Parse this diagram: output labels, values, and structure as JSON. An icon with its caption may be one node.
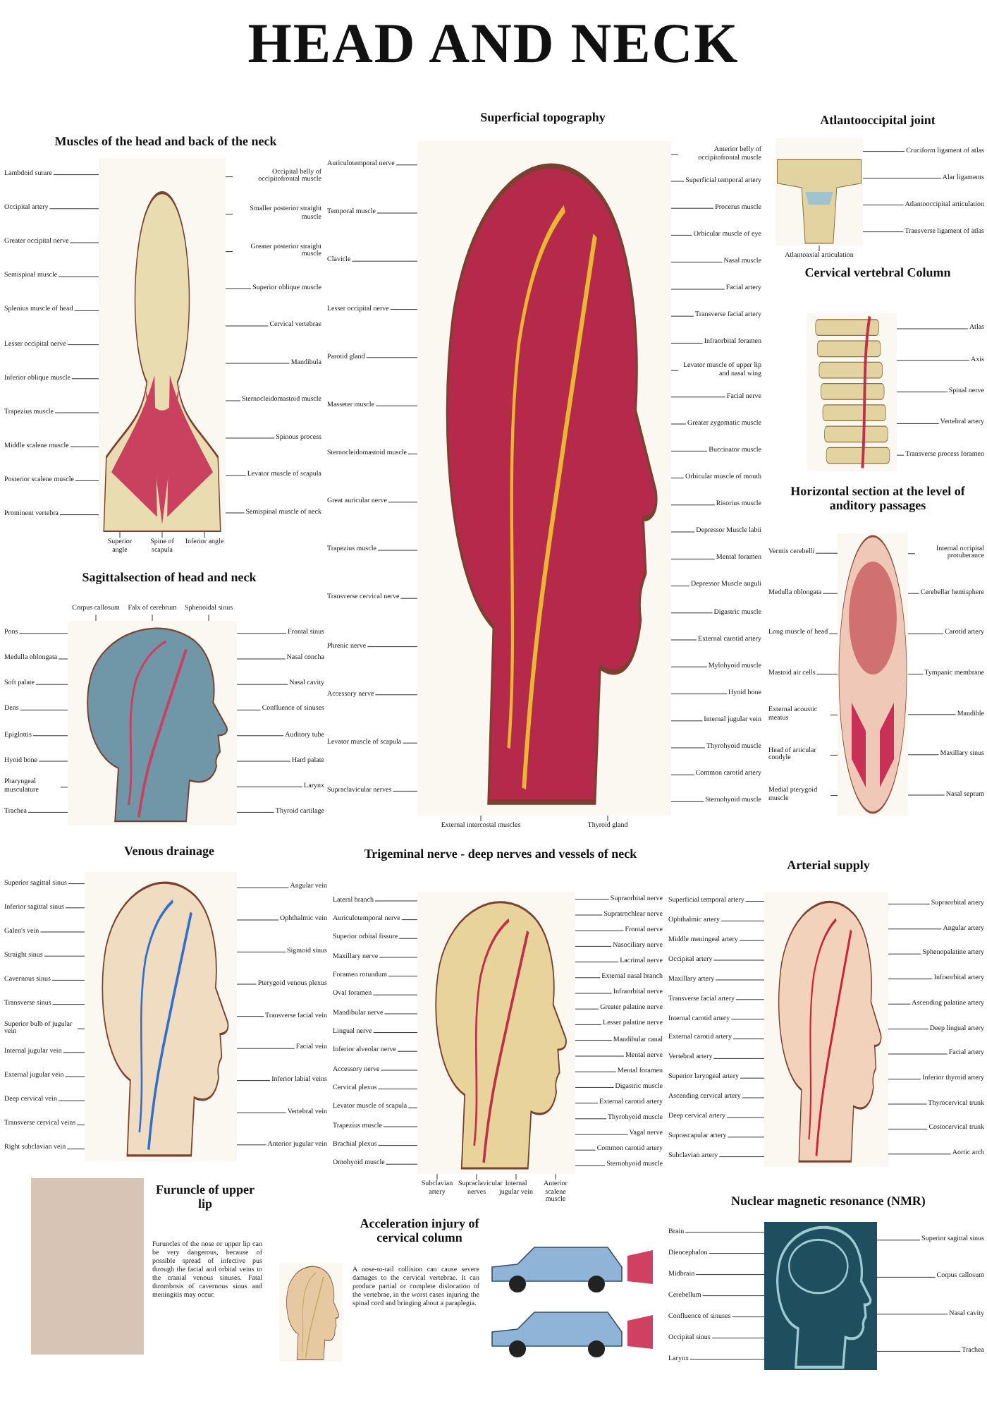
{
  "diagram": {
    "title": "HEAD AND NECK",
    "nodes": [
      {
        "text": [],
        "shape": "picture"
      },
      {
        "text": [
          "Lambdoid suture"
        ]
      },
      {
        "text": [
          "Occipital artery"
        ]
      },
      {
        "text": [
          "Greater occipital nerve"
        ]
      },
      {
        "text": [
          "Semispinal muscle"
        ]
      },
      {
        "text": [
          "Splenius muscle of head"
        ]
      },
      {
        "text": [
          "Lesser occipital nerve"
        ]
      },
      {
        "text": [
          "Inferior oblique muscle"
        ]
      },
      {
        "text": [
          "Trapezius muscle"
        ]
      },
      {
        "text": [
          "Middle scalene muscle"
        ]
      },
      {
        "text": [
          "Posterior scalene muscle"
        ]
      },
      {
        "text": [
          "Prominent vertebra"
        ]
      },
      {
        "text": [
          "Occipital belly of occipitofrontal muscle"
        ]
      },
      {
        "text": [
          "Smaller posterior straight muscle"
        ]
      },
      {
        "text": [
          "Greater posterior straight muscle"
        ]
      },
      {
        "text": [
          "Superior oblique muscle"
        ]
      },
      {
        "text": [
          "Cervical vertebrae"
        ]
      },
      {
        "text": [
          "Mandibula"
        ]
      },
      {
        "text": [
          "Sternocleidomastoid muscle"
        ]
      },
      {
        "text": [
          "Spinous process"
        ]
      },
      {
        "text": [
          "Levator muscle of scapula"
        ]
      },
      {
        "text": [
          "Semispinal muscle of neck"
        ]
      },
      {
        "text": [
          "Superior angle"
        ]
      },
      {
        "text": [
          "Spine of scapula"
        ]
      },
      {
        "text": [
          "Inferior angle"
        ]
      },
      {
        "text": [],
        "shape": "picture"
      },
      {
        "text": [
          "Auriculotemporal nerve"
        ]
      },
      {
        "text": [
          "Temporal muscle"
        ]
      },
      {
        "text": [
          "Clavicle"
        ]
      },
      {
        "text": [
          "Lesser occipital nerve"
        ]
      },
      {
        "text": [
          "Parotid gland"
        ]
      },
      {
        "text": [
          "Masseter muscle"
        ]
      },
      {
        "text": [
          "Sternocleidomastoid muscle"
        ]
      },
      {
        "text": [
          "Great auricular nerve"
        ]
      },
      {
        "text": [
          "Trapezius muscle"
        ]
      },
      {
        "text": [
          "Transverse cervical nerve"
        ]
      },
      {
        "text": [
          "Phrenic nerve"
        ]
      },
      {
        "text": [
          "Accessory nerve"
        ]
      },
      {
        "text": [
          "Levator muscle of scapula"
        ]
      },
      {
        "text": [
          "Supraclavicular nerves"
        ]
      },
      {
        "text": [
          "Anterior belly of occipitofrontal muscle"
        ]
      },
      {
        "text": [
          "Superficial temporal artery"
        ]
      },
      {
        "text": [
          "Procerus muscle"
        ]
      },
      {
        "text": [
          "Orbicular muscle of eye"
        ]
      },
      {
        "text": [
          "Nasal muscle"
        ]
      },
      {
        "text": [
          "Facial artery"
        ]
      },
      {
        "text": [
          "Transverse facial artery"
        ]
      },
      {
        "text": [
          "Infraorbital foramen"
        ]
      },
      {
        "text": [
          "Levator muscle of upper lip and nasal wing"
        ]
      },
      {
        "text": [
          "Facial nerve"
        ]
      },
      {
        "text": [
          "Greater zygomatic muscle"
        ]
      },
      {
        "text": [
          "Buccinator muscle"
        ]
      },
      {
        "text": [
          "Orbicular muscle of mouth"
        ]
      },
      {
        "text": [
          "Risorius muscle"
        ]
      },
      {
        "text": [
          "Depressor Muscle labii"
        ]
      },
      {
        "text": [
          "Mental foramen"
        ]
      },
      {
        "text": [
          "Depressor Muscle anguli"
        ]
      },
      {
        "text": [
          "Digastric muscle"
        ]
      },
      {
        "text": [
          "External carotid artery"
        ]
      },
      {
        "text": [
          "Mylohyoid muscle"
        ]
      },
      {
        "text": [
          "Hyoid bone"
        ]
      },
      {
        "text": [
          "Internal jugular vein"
        ]
      },
      {
        "text": [
          "Thyrohyoid muscle"
        ]
      },
      {
        "text": [
          "Common carotid artery"
        ]
      },
      {
        "text": [
          "Sternohyoid muscle"
        ]
      },
      {
        "text": [
          "External intercostal muscles"
        ]
      },
      {
        "text": [
          "Thyroid gland"
        ]
      },
      {
        "text": [],
        "shape": "picture"
      },
      {
        "text": [
          "Cruciform ligament of atlas"
        ]
      },
      {
        "text": [
          "Alar ligaments"
        ]
      },
      {
        "text": [
          "Atlantooccipital articulation"
        ]
      },
      {
        "text": [
          "Transverse ligament of atlas"
        ]
      },
      {
        "text": [
          "Atlantoaxial articulation"
        ]
      },
      {
        "text": [],
        "shape": "picture"
      },
      {
        "text": [
          "Atlas"
        ]
      },
      {
        "text": [
          "Axis"
        ]
      },
      {
        "text": [
          "Spinal nerve"
        ]
      },
      {
        "text": [
          "Vertebral artery"
        ]
      },
      {
        "text": [
          "Transverse process foramen"
        ]
      },
      {
        "text": [],
        "shape": "picture"
      },
      {
        "text": [
          "Corpus callosum"
        ]
      },
      {
        "text": [
          "Falx of cerebrum"
        ]
      },
      {
        "text": [
          "Sphenoidal sinus"
        ]
      },
      {
        "text": [
          "Pons"
        ]
      },
      {
        "text": [
          "Medulla oblongata"
        ]
      },
      {
        "text": [
          "Soft palate"
        ]
      },
      {
        "text": [
          "Dens"
        ]
      },
      {
        "text": [
          "Epiglottis"
        ]
      },
      {
        "text": [
          "Hyoid bone"
        ]
      },
      {
        "text": [
          "Pharyngeal musculature"
        ]
      },
      {
        "text": [
          "Trachea"
        ]
      },
      {
        "text": [
          "Frontal sinus"
        ]
      },
      {
        "text": [
          "Nasal concha"
        ]
      },
      {
        "text": [
          "Nasal cavity"
        ]
      },
      {
        "text": [
          "Confluence of sinuses"
        ]
      },
      {
        "text": [
          "Auditory tube"
        ]
      },
      {
        "text": [
          "Hard palate"
        ]
      },
      {
        "text": [
          "Larynx"
        ]
      },
      {
        "text": [
          "Thyroid cartilage"
        ]
      },
      {
        "text": [],
        "shape": "picture"
      },
      {
        "text": [
          "Vermis cerebelli"
        ]
      },
      {
        "text": [
          "Medulla oblongata"
        ]
      },
      {
        "text": [
          "Long muscle of head"
        ]
      },
      {
        "text": [
          "Mastoid air cells"
        ]
      },
      {
        "text": [
          "External acoustic meatus"
        ]
      },
      {
        "text": [
          "Head of articular condyle"
        ]
      },
      {
        "text": [
          "Medial pterygoid muscle"
        ]
      },
      {
        "text": [
          "Internal occipital protuberance"
        ]
      },
      {
        "text": [
          "Cerebellar hemisphere"
        ]
      },
      {
        "text": [
          "Carotid artery"
        ]
      },
      {
        "text": [
          "Tympanic membrane"
        ]
      },
      {
        "text": [
          "Mandible"
        ]
      },
      {
        "text": [
          "Maxillary sinus"
        ]
      },
      {
        "text": [
          "Nasal septum"
        ]
      },
      {
        "text": [],
        "shape": "picture"
      },
      {
        "text": [
          "Superior sagittal sinus"
        ]
      },
      {
        "text": [
          "Inferior sagittal sinus"
        ]
      },
      {
        "text": [
          "Galen's vein"
        ]
      },
      {
        "text": [
          "Straight sinus"
        ]
      },
      {
        "text": [
          "Cavernous sinus"
        ]
      },
      {
        "text": [
          "Transverse sinus"
        ]
      },
      {
        "text": [
          "Superior bulb of jugular vein"
        ]
      },
      {
        "text": [
          "Internal jugular vein"
        ]
      },
      {
        "text": [
          "External jugular vein"
        ]
      },
      {
        "text": [
          "Deep cervical vein"
        ]
      },
      {
        "text": [
          "Transverse cervical veins"
        ]
      },
      {
        "text": [
          "Right subclavian vein"
        ]
      },
      {
        "text": [
          "Angular vein"
        ]
      },
      {
        "text": [
          "Ophthalmic vein"
        ]
      },
      {
        "text": [
          "Sigmoid sinus"
        ]
      },
      {
        "text": [
          "Pterygoid venous plexus"
        ]
      },
      {
        "text": [
          "Transverse facial vein"
        ]
      },
      {
        "text": [
          "Facial vein"
        ]
      },
      {
        "text": [
          "Inferior labial veins"
        ]
      },
      {
        "text": [
          "Vertebral vein"
        ]
      },
      {
        "text": [
          "Anterior jugular vein"
        ]
      },
      {
        "text": [],
        "shape": "picture"
      },
      {
        "text": [
          "Lateral branch"
        ]
      },
      {
        "text": [
          "Auriculotemporal nerve"
        ]
      },
      {
        "text": [
          "Superior orbital fissure"
        ]
      },
      {
        "text": [
          "Maxillary nerve"
        ]
      },
      {
        "text": [
          "Foramen rotundum"
        ]
      },
      {
        "text": [
          "Oval foramen"
        ]
      },
      {
        "text": [
          "Mandibular nerve"
        ]
      },
      {
        "text": [
          "Lingual nerve"
        ]
      },
      {
        "text": [
          "Inferior alveolar nerve"
        ]
      },
      {
        "text": [
          "Accessory nerve"
        ]
      },
      {
        "text": [
          "Cervical plexus"
        ]
      },
      {
        "text": [
          "Levator muscle of scapula"
        ]
      },
      {
        "text": [
          "Trapezius muscle"
        ]
      },
      {
        "text": [
          "Brachial plexus"
        ]
      },
      {
        "text": [
          "Omohyoid muscle"
        ]
      },
      {
        "text": [
          "Supraorbital nerve"
        ]
      },
      {
        "text": [
          "Supratrochlear nerve"
        ]
      },
      {
        "text": [
          "Frontal nerve"
        ]
      },
      {
        "text": [
          "Nasociliary nerve"
        ]
      },
      {
        "text": [
          "Lacrimal nerve"
        ]
      },
      {
        "text": [
          "External nasal branch"
        ]
      },
      {
        "text": [
          "Infraorbital nerve"
        ]
      },
      {
        "text": [
          "Greater palatine nerve"
        ]
      },
      {
        "text": [
          "Lesser palatine nerve"
        ]
      },
      {
        "text": [
          "Mandibular canal"
        ]
      },
      {
        "text": [
          "Mental nerve"
        ]
      },
      {
        "text": [
          "Mental foramen"
        ]
      },
      {
        "text": [
          "Digastric muscle"
        ]
      },
      {
        "text": [
          "External carotid artery"
        ]
      },
      {
        "text": [
          "Thyrohyoid muscle"
        ]
      },
      {
        "text": [
          "Vagal nerve"
        ]
      },
      {
        "text": [
          "Common carotid artery"
        ]
      },
      {
        "text": [
          "Sternohyoid muscle"
        ]
      },
      {
        "text": [
          "Subclavian artery"
        ]
      },
      {
        "text": [
          "Supraclavicular nerves"
        ]
      },
      {
        "text": [
          "Internal jugular vein"
        ]
      },
      {
        "text": [
          "Anterior scalene muscle"
        ]
      },
      {
        "text": [],
        "shape": "picture"
      },
      {
        "text": [
          "Superficial temporal artery"
        ]
      },
      {
        "text": [
          "Ophthalmic artery"
        ]
      },
      {
        "text": [
          "Middle meningeal artery"
        ]
      },
      {
        "text": [
          "Occipital artery"
        ]
      },
      {
        "text": [
          "Maxillary artery"
        ]
      },
      {
        "text": [
          "Transverse facial artery"
        ]
      },
      {
        "text": [
          "Internal carotid artery"
        ]
      },
      {
        "text": [
          "External carotid artery"
        ]
      },
      {
        "text": [
          "Vertebral artery"
        ]
      },
      {
        "text": [
          "Superior laryngeal artery"
        ]
      },
      {
        "text": [
          "Ascending cervical artery"
        ]
      },
      {
        "text": [
          "Deep cervical artery"
        ]
      },
      {
        "text": [
          "Suprascapular artery"
        ]
      },
      {
        "text": [
          "Subclavian artery"
        ]
      },
      {
        "text": [
          "Supraorbital artery"
        ]
      },
      {
        "text": [
          "Angular artery"
        ]
      },
      {
        "text": [
          "Sphenopalatine artery"
        ]
      },
      {
        "text": [
          "Infraorbital artery"
        ]
      },
      {
        "text": [
          "Ascending palatine artery"
        ]
      },
      {
        "text": [
          "Deep lingual artery"
        ]
      },
      {
        "text": [
          "Facial artery"
        ]
      },
      {
        "text": [
          "Inferior thyroid artery"
        ]
      },
      {
        "text": [
          "Thyrocervical trunk"
        ]
      },
      {
        "text": [
          "Costocervical trunk"
        ]
      },
      {
        "text": [
          "Aortic arch"
        ]
      },
      {
        "text": [],
        "shape": "box"
      },
      {
        "text": [],
        "shape": "picture"
      },
      {
        "text": [],
        "shape": "picture"
      },
      {
        "text": [
          "Brain"
        ]
      },
      {
        "text": [
          "Diencephalon"
        ]
      },
      {
        "text": [
          "Midbrain"
        ]
      },
      {
        "text": [
          "Cerebellum"
        ]
      },
      {
        "text": [
          "Confluence of sinuses"
        ]
      },
      {
        "text": [
          "Occipital sinus"
        ]
      },
      {
        "text": [
          "Larynx"
        ]
      },
      {
        "text": [
          "Superior sagittal sinus"
        ]
      },
      {
        "text": [
          "Corpus callosum"
        ]
      },
      {
        "text": [
          "Nasal cavity"
        ]
      },
      {
        "text": [
          "Trachea"
        ]
      }
    ],
    "edges": [
      {
        "from": 1,
        "to": 0,
        "arrow": "none"
      },
      {
        "from": 2,
        "to": 0,
        "arrow": "none"
      },
      {
        "from": 3,
        "to": 0,
        "arrow": "none"
      },
      {
        "from": 4,
        "to": 0,
        "arrow": "none"
      },
      {
        "from": 5,
        "to": 0,
        "arrow": "none"
      },
      {
        "from": 6,
        "to": 0,
        "arrow": "none"
      },
      {
        "from": 7,
        "to": 0,
        "arrow": "none"
      },
      {
        "from": 8,
        "to": 0,
        "arrow": "none"
      },
      {
        "from": 9,
        "to": 0,
        "arrow": "none"
      },
      {
        "from": 10,
        "to": 0,
        "arrow": "none"
      },
      {
        "from": 11,
        "to": 0,
        "arrow": "none"
      },
      {
        "from": 12,
        "to": 0,
        "arrow": "none"
      },
      {
        "from": 13,
        "to": 0,
        "arrow": "none"
      },
      {
        "from": 14,
        "to": 0,
        "arrow": "none"
      },
      {
        "from": 15,
        "to": 0,
        "arrow": "none"
      },
      {
        "from": 16,
        "to": 0,
        "arrow": "none"
      },
      {
        "from": 17,
        "to": 0,
        "arrow": "none"
      },
      {
        "from": 18,
        "to": 0,
        "arrow": "none"
      },
      {
        "from": 19,
        "to": 0,
        "arrow": "none"
      },
      {
        "from": 20,
        "to": 0,
        "arrow": "none"
      },
      {
        "from": 21,
        "to": 0,
        "arrow": "none"
      },
      {
        "from": 22,
        "to": 0,
        "arrow": "none"
      },
      {
        "from": 23,
        "to": 0,
        "arrow": "none"
      },
      {
        "from": 24,
        "to": 0,
        "arrow": "none"
      },
      {
        "from": 26,
        "to": 25,
        "arrow": "none"
      },
      {
        "from": 27,
        "to": 25,
        "arrow": "none"
      },
      {
        "from": 28,
        "to": 25,
        "arrow": "none"
      },
      {
        "from": 29,
        "to": 25,
        "arrow": "none"
      },
      {
        "from": 30,
        "to": 25,
        "arrow": "none"
      },
      {
        "from": 31,
        "to": 25,
        "arrow": "none"
      },
      {
        "from": 32,
        "to": 25,
        "arrow": "none"
      },
      {
        "from": 33,
        "to": 25,
        "arrow": "none"
      },
      {
        "from": 34,
        "to": 25,
        "arrow": "none"
      },
      {
        "from": 35,
        "to": 25,
        "arrow": "none"
      },
      {
        "from": 36,
        "to": 25,
        "arrow": "none"
      },
      {
        "from": 37,
        "to": 25,
        "arrow": "none"
      },
      {
        "from": 38,
        "to": 25,
        "arrow": "none"
      },
      {
        "from": 39,
        "to": 25,
        "arrow": "none"
      },
      {
        "from": 40,
        "to": 25,
        "arrow": "none"
      },
      {
        "from": 41,
        "to": 25,
        "arrow": "none"
      },
      {
        "from": 42,
        "to": 25,
        "arrow": "none"
      },
      {
        "from": 43,
        "to": 25,
        "arrow": "none"
      },
      {
        "from": 44,
        "to": 25,
        "arrow": "none"
      },
      {
        "from": 45,
        "to": 25,
        "arrow": "none"
      },
      {
        "from": 46,
        "to": 25,
        "arrow": "none"
      },
      {
        "from": 47,
        "to": 25,
        "arrow": "none"
      },
      {
        "from": 48,
        "to": 25,
        "arrow": "none"
      },
      {
        "from": 49,
        "to": 25,
        "arrow": "none"
      },
      {
        "from": 50,
        "to": 25,
        "arrow": "none"
      },
      {
        "from": 51,
        "to": 25,
        "arrow": "none"
      },
      {
        "from": 52,
        "to": 25,
        "arrow": "none"
      },
      {
        "from": 53,
        "to": 25,
        "arrow": "none"
      },
      {
        "from": 54,
        "to": 25,
        "arrow": "none"
      },
      {
        "from": 55,
        "to": 25,
        "arrow": "none"
      },
      {
        "from": 56,
        "to": 25,
        "arrow": "none"
      },
      {
        "from": 57,
        "to": 25,
        "arrow": "none"
      },
      {
        "from": 58,
        "to": 25,
        "arrow": "none"
      },
      {
        "from": 59,
        "to": 25,
        "arrow": "none"
      },
      {
        "from": 60,
        "to": 25,
        "arrow": "none"
      },
      {
        "from": 61,
        "to": 25,
        "arrow": "none"
      },
      {
        "from": 62,
        "to": 25,
        "arrow": "none"
      },
      {
        "from": 63,
        "to": 25,
        "arrow": "none"
      },
      {
        "from": 64,
        "to": 25,
        "arrow": "none"
      },
      {
        "from": 65,
        "to": 25,
        "arrow": "none"
      },
      {
        "from": 66,
        "to": 25,
        "arrow": "none"
      },
      {
        "from": 68,
        "to": 67,
        "arrow": "none"
      },
      {
        "from": 69,
        "to": 67,
        "arrow": "none"
      },
      {
        "from": 70,
        "to": 67,
        "arrow": "none"
      },
      {
        "from": 71,
        "to": 67,
        "arrow": "none"
      },
      {
        "from": 72,
        "to": 67,
        "arrow": "none"
      },
      {
        "from": 74,
        "to": 73,
        "arrow": "none"
      },
      {
        "from": 75,
        "to": 73,
        "arrow": "none"
      },
      {
        "from": 76,
        "to": 73,
        "arrow": "none"
      },
      {
        "from": 77,
        "to": 73,
        "arrow": "none"
      },
      {
        "from": 78,
        "to": 73,
        "arrow": "none"
      },
      {
        "from": 80,
        "to": 79,
        "arrow": "none"
      },
      {
        "from": 81,
        "to": 79,
        "arrow": "none"
      },
      {
        "from": 82,
        "to": 79,
        "arrow": "none"
      },
      {
        "from": 83,
        "to": 79,
        "arrow": "none"
      },
      {
        "from": 84,
        "to": 79,
        "arrow": "none"
      },
      {
        "from": 85,
        "to": 79,
        "arrow": "none"
      },
      {
        "from": 86,
        "to": 79,
        "arrow": "none"
      },
      {
        "from": 87,
        "to": 79,
        "arrow": "none"
      },
      {
        "from": 88,
        "to": 79,
        "arrow": "none"
      },
      {
        "from": 89,
        "to": 79,
        "arrow": "none"
      },
      {
        "from": 90,
        "to": 79,
        "arrow": "none"
      },
      {
        "from": 91,
        "to": 79,
        "arrow": "none"
      },
      {
        "from": 92,
        "to": 79,
        "arrow": "none"
      },
      {
        "from": 93,
        "to": 79,
        "arrow": "none"
      },
      {
        "from": 94,
        "to": 79,
        "arrow": "none"
      },
      {
        "from": 95,
        "to": 79,
        "arrow": "none"
      },
      {
        "from": 96,
        "to": 79,
        "arrow": "none"
      },
      {
        "from": 97,
        "to": 79,
        "arrow": "none"
      },
      {
        "from": 98,
        "to": 79,
        "arrow": "none"
      },
      {
        "from": 100,
        "to": 99,
        "arrow": "none"
      },
      {
        "from": 101,
        "to": 99,
        "arrow": "none"
      },
      {
        "from": 102,
        "to": 99,
        "arrow": "none"
      },
      {
        "from": 103,
        "to": 99,
        "arrow": "none"
      },
      {
        "from": 104,
        "to": 99,
        "arrow": "none"
      },
      {
        "from": 105,
        "to": 99,
        "arrow": "none"
      },
      {
        "from": 106,
        "to": 99,
        "arrow": "none"
      },
      {
        "from": 107,
        "to": 99,
        "arrow": "none"
      },
      {
        "from": 108,
        "to": 99,
        "arrow": "none"
      },
      {
        "from": 109,
        "to": 99,
        "arrow": "none"
      },
      {
        "from": 110,
        "to": 99,
        "arrow": "none"
      },
      {
        "from": 111,
        "to": 99,
        "arrow": "none"
      },
      {
        "from": 112,
        "to": 99,
        "arrow": "none"
      },
      {
        "from": 113,
        "to": 99,
        "arrow": "none"
      },
      {
        "from": 115,
        "to": 114,
        "arrow": "none"
      },
      {
        "from": 116,
        "to": 114,
        "arrow": "none"
      },
      {
        "from": 117,
        "to": 114,
        "arrow": "none"
      },
      {
        "from": 118,
        "to": 114,
        "arrow": "none"
      },
      {
        "from": 119,
        "to": 114,
        "arrow": "none"
      },
      {
        "from": 120,
        "to": 114,
        "arrow": "none"
      },
      {
        "from": 121,
        "to": 114,
        "arrow": "none"
      },
      {
        "from": 122,
        "to": 114,
        "arrow": "none"
      },
      {
        "from": 123,
        "to": 114,
        "arrow": "none"
      },
      {
        "from": 124,
        "to": 114,
        "arrow": "none"
      },
      {
        "from": 125,
        "to": 114,
        "arrow": "none"
      },
      {
        "from": 126,
        "to": 114,
        "arrow": "none"
      },
      {
        "from": 127,
        "to": 114,
        "arrow": "none"
      },
      {
        "from": 128,
        "to": 114,
        "arrow": "none"
      },
      {
        "from": 129,
        "to": 114,
        "arrow": "none"
      },
      {
        "from": 130,
        "to": 114,
        "arrow": "none"
      },
      {
        "from": 131,
        "to": 114,
        "arrow": "none"
      },
      {
        "from": 132,
        "to": 114,
        "arrow": "none"
      },
      {
        "from": 133,
        "to": 114,
        "arrow": "none"
      },
      {
        "from": 134,
        "to": 114,
        "arrow": "none"
      },
      {
        "from": 135,
        "to": 114,
        "arrow": "none"
      },
      {
        "from": 137,
        "to": 136,
        "arrow": "none"
      },
      {
        "from": 138,
        "to": 136,
        "arrow": "none"
      },
      {
        "from": 139,
        "to": 136,
        "arrow": "none"
      },
      {
        "from": 140,
        "to": 136,
        "arrow": "none"
      },
      {
        "from": 141,
        "to": 136,
        "arrow": "none"
      },
      {
        "from": 142,
        "to": 136,
        "arrow": "none"
      },
      {
        "from": 143,
        "to": 136,
        "arrow": "none"
      },
      {
        "from": 144,
        "to": 136,
        "arrow": "none"
      },
      {
        "from": 145,
        "to": 136,
        "arrow": "none"
      },
      {
        "from": 146,
        "to": 136,
        "arrow": "none"
      },
      {
        "from": 147,
        "to": 136,
        "arrow": "none"
      },
      {
        "from": 148,
        "to": 136,
        "arrow": "none"
      },
      {
        "from": 149,
        "to": 136,
        "arrow": "none"
      },
      {
        "from": 150,
        "to": 136,
        "arrow": "none"
      },
      {
        "from": 151,
        "to": 136,
        "arrow": "none"
      },
      {
        "from": 152,
        "to": 136,
        "arrow": "none"
      },
      {
        "from": 153,
        "to": 136,
        "arrow": "none"
      },
      {
        "from": 154,
        "to": 136,
        "arrow": "none"
      },
      {
        "from": 155,
        "to": 136,
        "arrow": "none"
      },
      {
        "from": 156,
        "to": 136,
        "arrow": "none"
      },
      {
        "from": 157,
        "to": 136,
        "arrow": "none"
      },
      {
        "from": 158,
        "to": 136,
        "arrow": "none"
      },
      {
        "from": 159,
        "to": 136,
        "arrow": "none"
      },
      {
        "from": 160,
        "to": 136,
        "arrow": "none"
      },
      {
        "from": 161,
        "to": 136,
        "arrow": "none"
      },
      {
        "from": 162,
        "to": 136,
        "arrow": "none"
      },
      {
        "from": 163,
        "to": 136,
        "arrow": "none"
      },
      {
        "from": 164,
        "to": 136,
        "arrow": "none"
      },
      {
        "from": 165,
        "to": 136,
        "arrow": "none"
      },
      {
        "from": 166,
        "to": 136,
        "arrow": "none"
      },
      {
        "from": 167,
        "to": 136,
        "arrow": "none"
      },
      {
        "from": 168,
        "to": 136,
        "arrow": "none"
      },
      {
        "from": 169,
        "to": 136,
        "arrow": "none"
      },
      {
        "from": 170,
        "to": 136,
        "arrow": "none"
      },
      {
        "from": 171,
        "to": 136,
        "arrow": "none"
      },
      {
        "from": 172,
        "to": 136,
        "arrow": "none"
      },
      {
        "from": 173,
        "to": 136,
        "arrow": "none"
      },
      {
        "from": 175,
        "to": 174,
        "arrow": "none"
      },
      {
        "from": 176,
        "to": 174,
        "arrow": "none"
      },
      {
        "from": 177,
        "to": 174,
        "arrow": "none"
      },
      {
        "from": 178,
        "to": 174,
        "arrow": "none"
      },
      {
        "from": 179,
        "to": 174,
        "arrow": "none"
      },
      {
        "from": 180,
        "to": 174,
        "arrow": "none"
      },
      {
        "from": 181,
        "to": 174,
        "arrow": "none"
      },
      {
        "from": 182,
        "to": 174,
        "arrow": "none"
      },
      {
        "from": 183,
        "to": 174,
        "arrow": "none"
      },
      {
        "from": 184,
        "to": 174,
        "arrow": "none"
      },
      {
        "from": 185,
        "to": 174,
        "arrow": "none"
      },
      {
        "from": 186,
        "to": 174,
        "arrow": "none"
      },
      {
        "from": 187,
        "to": 174,
        "arrow": "none"
      },
      {
        "from": 188,
        "to": 174,
        "arrow": "none"
      },
      {
        "from": 189,
        "to": 174,
        "arrow": "none"
      },
      {
        "from": 190,
        "to": 174,
        "arrow": "none"
      },
      {
        "from": 191,
        "to": 174,
        "arrow": "none"
      },
      {
        "from": 192,
        "to": 174,
        "arrow": "none"
      },
      {
        "from": 193,
        "to": 174,
        "arrow": "none"
      },
      {
        "from": 194,
        "to": 174,
        "arrow": "none"
      },
      {
        "from": 195,
        "to": 174,
        "arrow": "none"
      },
      {
        "from": 196,
        "to": 174,
        "arrow": "none"
      },
      {
        "from": 197,
        "to": 174,
        "arrow": "none"
      },
      {
        "from": 198,
        "to": 174,
        "arrow": "none"
      },
      {
        "from": 199,
        "to": 174,
        "arrow": "none"
      },
      {
        "from": 203,
        "to": 202,
        "arrow": "none"
      },
      {
        "from": 204,
        "to": 202,
        "arrow": "none"
      },
      {
        "from": 205,
        "to": 202,
        "arrow": "none"
      },
      {
        "from": 206,
        "to": 202,
        "arrow": "none"
      },
      {
        "from": 207,
        "to": 202,
        "arrow": "none"
      },
      {
        "from": 208,
        "to": 202,
        "arrow": "none"
      },
      {
        "from": 209,
        "to": 202,
        "arrow": "none"
      },
      {
        "from": 210,
        "to": 202,
        "arrow": "none"
      },
      {
        "from": 211,
        "to": 202,
        "arrow": "none"
      },
      {
        "from": 212,
        "to": 202,
        "arrow": "none"
      },
      {
        "from": 213,
        "to": 202,
        "arrow": "none"
      }
    ],
    "labels": [
      "Muscles of the head and back of the neck",
      "Superficial topography",
      "Atlantooccipital joint",
      "Cervical vertebral Column",
      "Sagittalsection of head and neck",
      "Horizontal section at the level of anditory passages",
      "Venous drainage",
      "Trigeminal nerve - deep nerves and vessels of neck",
      "Arterial supply",
      "Furuncle of upper lip",
      "Furuncles of the nose or upper lip can be very dangerous, because of possible spread of infective pus through the facial and orbital veins to the cranial venous sinuses. Fatal thrombosis of cavernous sinus and meningitis may occur.",
      "Acceleration injury of cervical column",
      "A nose-to-tail collision can cause severe damages to the cervical vertebrae. It can produce partial or complete dislocation of the vertebrae, in the worst cases injuring the spinal cord and bringing about a paraplegia.",
      "Nuclear magnetic resonance (NMR)"
    ]
  }
}
